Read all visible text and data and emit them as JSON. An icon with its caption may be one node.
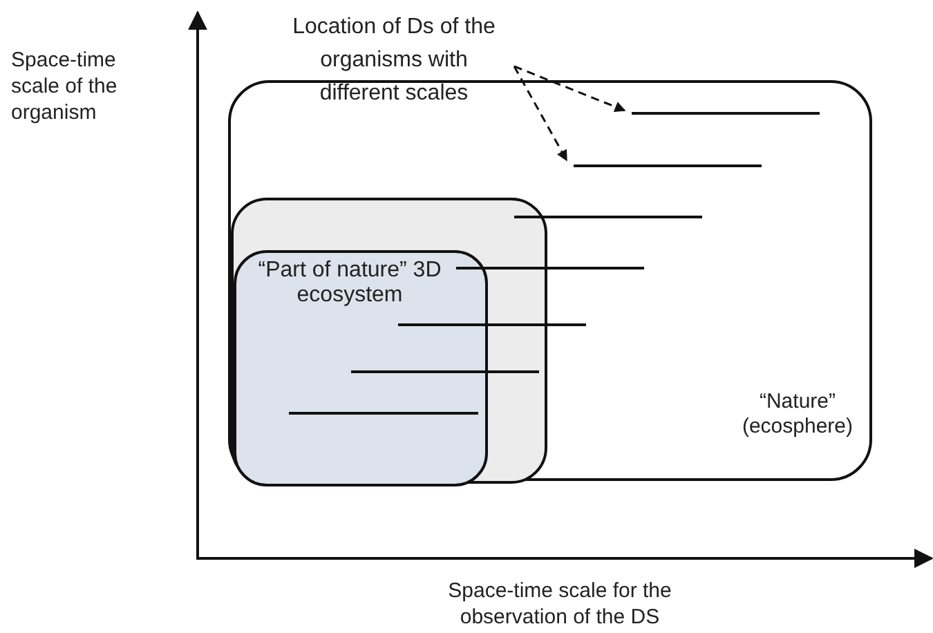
{
  "diagram": {
    "nodes": [
      {
        "text": [
          "Location of Ds of the organisms with different scales"
        ]
      },
      {
        "text": [
          "“Nature” (ecosphere)"
        ]
      },
      {
        "text": [],
        "shape": "box",
        "in": 1
      },
      {
        "text": [
          "“Part of nature” 3D ecosystem"
        ],
        "in": 2
      },
      {
        "text": [],
        "shape": "bar",
        "in": 1
      },
      {
        "text": [],
        "shape": "bar",
        "in": 1
      },
      {
        "text": [],
        "shape": "bar",
        "in": 1
      },
      {
        "text": [],
        "shape": "bar",
        "in": 1
      },
      {
        "text": [],
        "shape": "bar",
        "in": 1
      },
      {
        "text": [],
        "shape": "bar",
        "in": 2
      },
      {
        "text": [],
        "shape": "bar",
        "in": 3
      }
    ],
    "edges": [
      {
        "from": 0,
        "to": 5,
        "arrow": "to",
        "style": "dashed"
      },
      {
        "from": 0,
        "to": 4,
        "arrow": "to",
        "style": "dashed"
      }
    ],
    "labels": [
      "Space-time scale of the organism",
      "Space-time scale for the observation of the DS"
    ]
  }
}
